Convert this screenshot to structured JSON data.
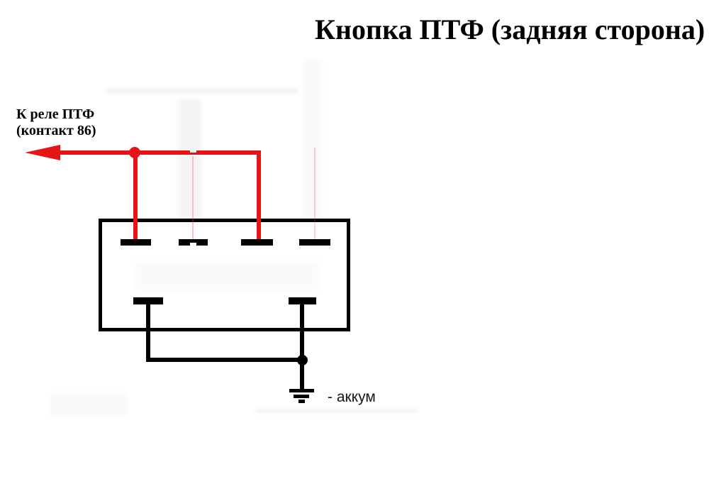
{
  "title": "Кнопка ПТФ (задняя сторона)",
  "relay_label": {
    "line1": "К реле ПТФ",
    "line2": "(контакт 86)"
  },
  "ground_label": "- аккум",
  "colors": {
    "wire_red": "#e61414",
    "wire_black": "#000000",
    "text": "#000000",
    "background": "#ffffff"
  },
  "connector": {
    "top_pins": 4,
    "bottom_pins": 2
  },
  "wiring": {
    "red_wire": {
      "connects_pins": [
        "top-1",
        "top-3"
      ],
      "to_label": "К реле ПТФ (контакт 86)",
      "direction_arrow": "left"
    },
    "black_wire": {
      "connects_pins": [
        "bottom-1",
        "bottom-2"
      ],
      "to_label": "- аккум",
      "terminates": "ground-symbol"
    }
  }
}
